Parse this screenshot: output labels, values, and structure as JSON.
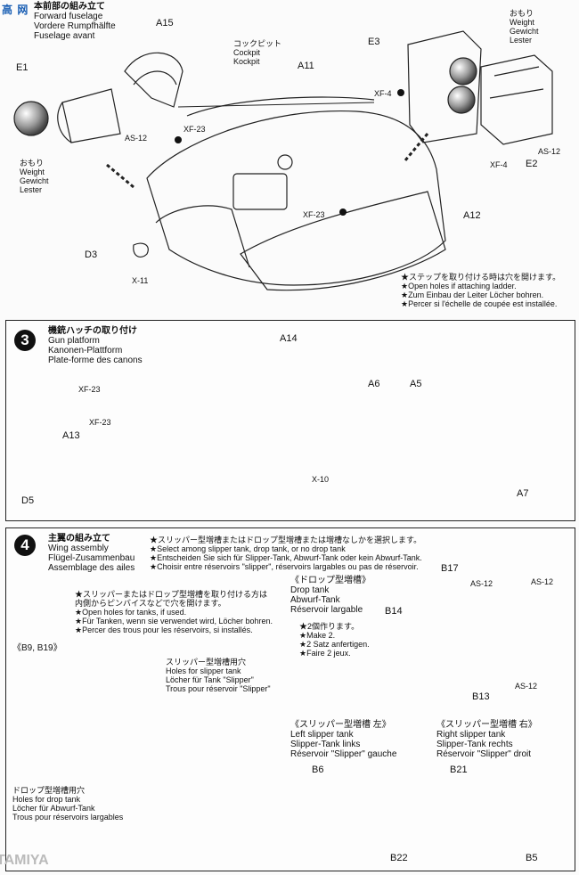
{
  "watermark": "高 网",
  "step2": {
    "title": [
      "本前部の組み立て",
      "Forward fuselage",
      "Vordere Rumpfhälfte",
      "Fuselage avant"
    ],
    "parts": [
      "A15",
      "E1",
      "A11",
      "E3",
      "D3",
      "A12",
      "E2"
    ],
    "cockpit": [
      "コックピット",
      "Cockpit",
      "Kockpit"
    ],
    "weight_left": [
      "おもり",
      "Weight",
      "Gewicht",
      "Lester"
    ],
    "weight_right": [
      "おもり",
      "Weight",
      "Gewicht",
      "Lester"
    ],
    "codes": {
      "xf23a": "XF-23",
      "as12a": "AS-12",
      "x11": "X-11",
      "xf4a": "XF-4",
      "xf4b": "XF-4",
      "as12b": "AS-12",
      "xf23b": "XF-23"
    },
    "note": [
      "★ステップを取り付ける時は穴を開けます。",
      "★Open holes if attaching ladder.",
      "★Zum Einbau der Leiter Löcher bohren.",
      "★Percer si l'échelle de coupée est installée."
    ]
  },
  "step3": {
    "number": "3",
    "title": [
      "機銃ハッチの取り付け",
      "Gun platform",
      "Kanonen-Plattform",
      "Plate-forme des canons"
    ],
    "parts": [
      "A14",
      "A6",
      "A5",
      "A13",
      "D5",
      "A7"
    ],
    "codes": {
      "xf23a": "XF-23",
      "xf23b": "XF-23",
      "x10": "X-10"
    }
  },
  "step4": {
    "number": "4",
    "title": [
      "主翼の組み立て",
      "Wing assembly",
      "Flügel-Zusammenbau",
      "Assemblage des ailes"
    ],
    "instructions": [
      "★スリッパー型増槽またはドロップ型増槽または増槽なしかを選択します。",
      "★Select among slipper tank, drop tank, or no drop tank",
      "★Entscheiden Sie sich für Slipper-Tank, Abwurf-Tank oder kein Abwurf-Tank.",
      "★Choisir entre réservoirs \"slipper\", réservoirs largables ou pas de réservoir."
    ],
    "holes_note": [
      "★スリッパーまたはドロップ型増槽を取り付ける方は",
      "内側からピンバイスなどで穴を開けます。",
      "★Open holes for tanks, if used.",
      "★Für Tanken, wenn sie verwendet wird, Löcher bohren.",
      "★Percer des trous pour les réservoirs, si installés."
    ],
    "wing_parts": "《B9, B19》",
    "slipper_holes": [
      "スリッパー型増槽用穴",
      "Holes for slipper tank",
      "Löcher für Tank \"Slipper\"",
      "Trous pour réservoir \"Slipper\""
    ],
    "drop_holes": [
      "ドロップ型増槽用穴",
      "Holes for drop tank",
      "Löcher für Abwurf-Tank",
      "Trous pour réservoirs largables"
    ],
    "drop_tank": [
      "《ドロップ型増槽》",
      "Drop tank",
      "Abwurf-Tank",
      "Réservoir largable"
    ],
    "make2": [
      "★2個作ります。",
      "★Make 2.",
      "★2 Satz anfertigen.",
      "★Faire 2 jeux."
    ],
    "drop_parts": [
      "B17",
      "B14",
      "B13"
    ],
    "drop_codes": [
      "AS-12",
      "AS-12",
      "AS-12"
    ],
    "left_slipper": [
      "《スリッパー型増槽 左》",
      "Left slipper tank",
      "Slipper-Tank links",
      "Réservoir \"Slipper\" gauche"
    ],
    "right_slipper": [
      "《スリッパー型増槽 右》",
      "Right slipper tank",
      "Slipper-Tank rechts",
      "Réservoir \"Slipper\" droit"
    ],
    "left_parts": [
      "B6",
      "B22"
    ],
    "right_parts": [
      "B21",
      "B5"
    ],
    "footer_brand": "TAMIYA"
  }
}
